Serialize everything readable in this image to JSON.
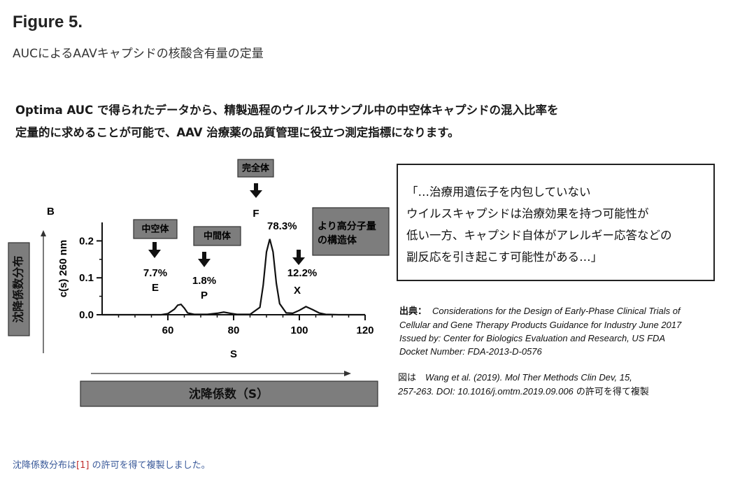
{
  "figure": {
    "title": "Figure 5.",
    "subtitle": "AUCによるAAVキャプシドの核酸含有量の定量"
  },
  "intro": {
    "line1": "Optima AUC で得られたデータから、精製過程のウイルスサンプル中の中空体キャプシドの混入比率を",
    "line2": "定量的に求めることが可能で、AAV 治療薬の品質管理に役立つ測定指標になります。"
  },
  "chart_data": {
    "type": "line",
    "panel_label": "B",
    "xlabel": "S",
    "ylabel": "c(s) 260 nm",
    "xlim": [
      40,
      120
    ],
    "ylim": [
      0,
      0.25
    ],
    "x_ticks": [
      "60",
      "80",
      "100",
      "120"
    ],
    "y_ticks": [
      "0.0",
      "0.1",
      "0.2"
    ],
    "series": [
      {
        "x": [
          40,
          50,
          58,
          60,
          62,
          63,
          64,
          65,
          66,
          68,
          72,
          75,
          77,
          79,
          81,
          85,
          88,
          89,
          90,
          91,
          92,
          93,
          94,
          96,
          98,
          100,
          102,
          104,
          106,
          108,
          112,
          120
        ],
        "values": [
          0,
          0,
          0,
          0.003,
          0.015,
          0.026,
          0.028,
          0.018,
          0.005,
          0.001,
          0.001,
          0.004,
          0.007,
          0.004,
          0.001,
          0.001,
          0.02,
          0.08,
          0.17,
          0.205,
          0.17,
          0.085,
          0.03,
          0.005,
          0.004,
          0.012,
          0.022,
          0.014,
          0.005,
          0.001,
          0,
          0
        ]
      }
    ],
    "peaks": [
      {
        "id": "E",
        "box": "中空体",
        "percent": "7.7%",
        "x": 64,
        "y": 0.028
      },
      {
        "id": "P",
        "box": "中間体",
        "percent": "1.8%",
        "x": 77,
        "y": 0.007
      },
      {
        "id": "F",
        "box": "完全体",
        "percent": "78.3%",
        "x": 91,
        "y": 0.205
      },
      {
        "id": "X",
        "box": "",
        "percent": "12.2%",
        "x": 102,
        "y": 0.022
      }
    ],
    "high_mw_label_line1": "より高分子量",
    "high_mw_label_line2": "の構造体",
    "vertical_axis_label": "沈降係数分布",
    "horizontal_axis_label": "沈降係数（S）"
  },
  "quote": {
    "line1": "「…治療用遺伝子を内包していない",
    "line2": "ウイルスキャプシドは治療効果を持つ可能性が",
    "line3": "低い一方、キャプシド自体がアレルギー応答などの",
    "line4": "副反応を引き起こす可能性がある…」"
  },
  "source": {
    "head": "出典：",
    "line1": "Considerations for the Design of Early-Phase Clinical Trials of",
    "line2": "Cellular and Gene Therapy Products Guidance for Industry June 2017",
    "line3": "Issued by: Center for Biologics Evaluation and Research, US FDA",
    "line4": "Docket Number: FDA-2013-D-0576"
  },
  "permission": {
    "prefix": "図は",
    "citation1": "Wang et al. (2019). Mol Ther Methods Clin Dev, 15,",
    "citation2": "257-263. DOI: 10.1016/j.omtm.2019.09.006",
    "suffix": " の許可を得て複製"
  },
  "footnote": {
    "text_before": "沈降係数分布は",
    "ref": "[1]",
    "text_after": " の許可を得て複製しました。"
  }
}
